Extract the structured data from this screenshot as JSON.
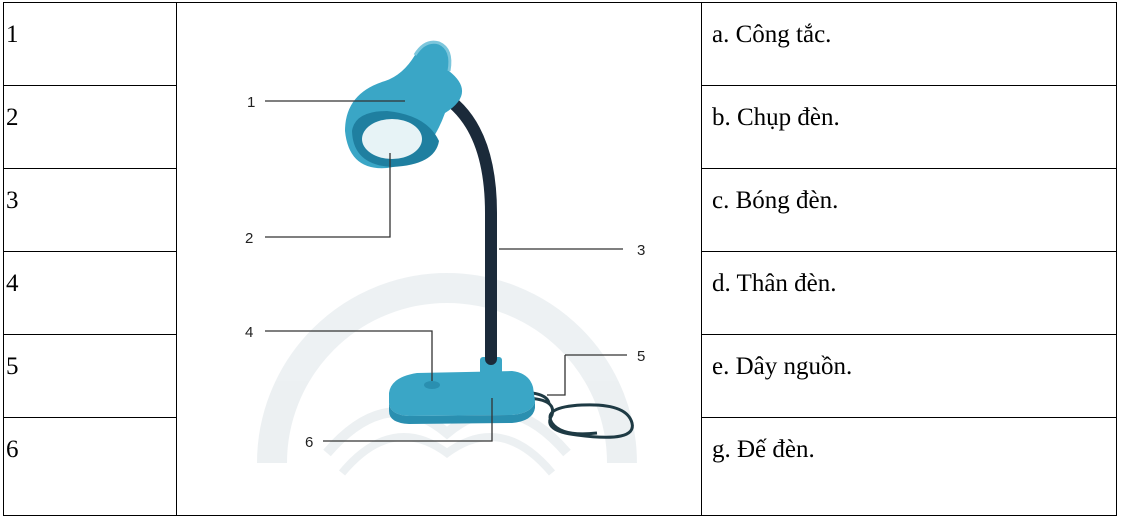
{
  "numbers": [
    "1",
    "2",
    "3",
    "4",
    "5",
    "6"
  ],
  "answers": [
    "a. Công tắc.",
    "b. Chụp đèn.",
    "c. Bóng đèn.",
    "d. Thân đèn.",
    "e. Dây nguồn.",
    "g. Đế đèn."
  ],
  "callouts": [
    "1",
    "2",
    "3",
    "4",
    "5",
    "6"
  ],
  "colors": {
    "lamp_body": "#3aa6c6",
    "lamp_dark": "#1f7fa0",
    "bulb": "#e7f3f6",
    "neck": "#1b2a3a",
    "cord": "#1e3a44"
  }
}
